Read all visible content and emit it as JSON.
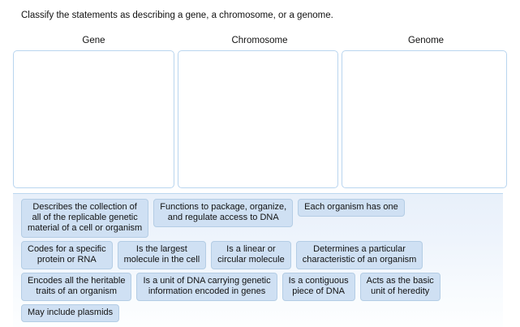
{
  "prompt": "Classify the statements as describing a gene, a chromosome, or a genome.",
  "categories": [
    {
      "label": "Gene"
    },
    {
      "label": "Chromosome"
    },
    {
      "label": "Genome"
    }
  ],
  "item_bank": {
    "rows": [
      [
        "Describes the collection of\nall of the replicable genetic\nmaterial of a cell or organism",
        "Functions to package, organize,\nand regulate access to DNA",
        "Each organism has one"
      ],
      [
        "Codes for a specific\nprotein or RNA",
        "Is the largest\nmolecule in the cell",
        "Is a linear or\ncircular molecule",
        "Determines a particular\ncharacteristic of an organism"
      ],
      [
        "Encodes all the heritable\ntraits of an organism",
        "Is a unit of DNA carrying genetic\ninformation encoded in genes",
        "Is a contiguous\npiece of DNA",
        "Acts as the basic\nunit of heredity"
      ],
      [
        "May include plasmids"
      ]
    ]
  },
  "colors": {
    "tile_fill": "#cfe0f3",
    "tile_border": "#b4cde5",
    "zone_border": "#b9d5ef",
    "bank_top_border": "#bcd8f0",
    "text": "#121212"
  }
}
